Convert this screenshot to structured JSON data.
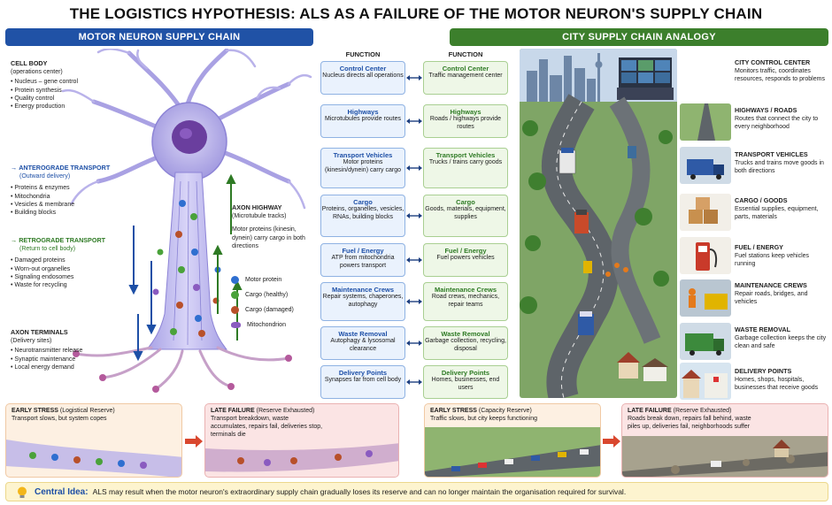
{
  "title": "THE LOGISTICS HYPOTHESIS: ALS AS A FAILURE OF THE MOTOR NEURON'S SUPPLY CHAIN",
  "left_header": "MOTOR NEURON SUPPLY CHAIN",
  "right_header": "CITY SUPPLY CHAIN ANALOGY",
  "function_label": "FUNCTION",
  "neuron": {
    "cell_body": {
      "title": "CELL BODY",
      "subtitle": "(operations center)",
      "items": [
        "Nucleus – gene control",
        "Protein synthesis",
        "Quality control",
        "Energy production"
      ]
    },
    "anterograde": {
      "title": "ANTEROGRADE TRANSPORT",
      "subtitle": "(Outward delivery)",
      "items": [
        "Proteins & enzymes",
        "Mitochondria",
        "Vesicles & membrane",
        "Building blocks"
      ]
    },
    "retrograde": {
      "title": "RETROGRADE TRANSPORT",
      "subtitle": "(Return to cell body)",
      "items": [
        "Damaged proteins",
        "Worn-out organelles",
        "Signaling endosomes",
        "Waste for recycling"
      ]
    },
    "terminals": {
      "title": "AXON TERMINALS",
      "subtitle": "(Delivery sites)",
      "items": [
        "Neurotransmitter release",
        "Synaptic maintenance",
        "Local energy demand"
      ]
    },
    "highway": {
      "title": "AXON HIGHWAY",
      "subtitle": "(Microtubule tracks)",
      "desc": "Motor proteins (kinesin, dynein) carry cargo in both directions"
    },
    "legend": [
      {
        "label": "Motor protein",
        "color": "#2f6fd0"
      },
      {
        "label": "Cargo (healthy)",
        "color": "#4aa23a"
      },
      {
        "label": "Cargo (damaged)",
        "color": "#b8502a"
      },
      {
        "label": "Mitochondrion",
        "color": "#8a5bc0"
      }
    ]
  },
  "functions": [
    {
      "neuron_title": "Control Center",
      "neuron_desc": "Nucleus directs all operations",
      "city_title": "Control Center",
      "city_desc": "Traffic management center"
    },
    {
      "neuron_title": "Highways",
      "neuron_desc": "Microtubules provide routes",
      "city_title": "Highways",
      "city_desc": "Roads / highways provide routes"
    },
    {
      "neuron_title": "Transport Vehicles",
      "neuron_desc": "Motor proteins (kinesin/dynein) carry cargo",
      "city_title": "Transport Vehicles",
      "city_desc": "Trucks / trains carry goods"
    },
    {
      "neuron_title": "Cargo",
      "neuron_desc": "Proteins, organelles, vesicles, RNAs, building blocks",
      "city_title": "Cargo",
      "city_desc": "Goods, materials, equipment, supplies"
    },
    {
      "neuron_title": "Fuel / Energy",
      "neuron_desc": "ATP from mitochondria powers transport",
      "city_title": "Fuel / Energy",
      "city_desc": "Fuel powers vehicles"
    },
    {
      "neuron_title": "Maintenance Crews",
      "neuron_desc": "Repair systems, chaperones, autophagy",
      "city_title": "Maintenance Crews",
      "city_desc": "Road crews, mechanics, repair teams"
    },
    {
      "neuron_title": "Waste Removal",
      "neuron_desc": "Autophagy & lysosomal clearance",
      "city_title": "Waste Removal",
      "city_desc": "Garbage collection, recycling, disposal"
    },
    {
      "neuron_title": "Delivery Points",
      "neuron_desc": "Synapses far from cell body",
      "city_title": "Delivery Points",
      "city_desc": "Homes, businesses, end users"
    }
  ],
  "city_labels": [
    {
      "title": "CITY CONTROL CENTER",
      "desc": "Monitors traffic, coordinates resources, responds to problems"
    },
    {
      "title": "HIGHWAYS / ROADS",
      "desc": "Routes that connect the city to every neighborhood"
    },
    {
      "title": "TRANSPORT VEHICLES",
      "desc": "Trucks and trains move goods in both directions"
    },
    {
      "title": "CARGO / GOODS",
      "desc": "Essential supplies, equipment, parts, materials"
    },
    {
      "title": "FUEL / ENERGY",
      "desc": "Fuel stations keep vehicles running"
    },
    {
      "title": "MAINTENANCE CREWS",
      "desc": "Repair roads, bridges, and vehicles"
    },
    {
      "title": "WASTE REMOVAL",
      "desc": "Garbage collection keeps the city clean and safe"
    },
    {
      "title": "DELIVERY POINTS",
      "desc": "Homes, shops, hospitals, businesses that receive goods"
    }
  ],
  "stages": [
    {
      "title": "EARLY STRESS",
      "sub": "(Logistical Reserve)",
      "desc": "Transport slows, but system copes"
    },
    {
      "title": "LATE FAILURE",
      "sub": "(Reserve Exhausted)",
      "desc": "Transport breakdown, waste accumulates, repairs fail, deliveries stop, terminals die"
    },
    {
      "title": "EARLY STRESS",
      "sub": "(Capacity Reserve)",
      "desc": "Traffic slows, but city keeps functioning"
    },
    {
      "title": "LATE FAILURE",
      "sub": "(Reserve Exhausted)",
      "desc": "Roads break down, repairs fall behind, waste piles up, deliveries fail, neighborhoods suffer"
    }
  ],
  "central": {
    "title": "Central Idea:",
    "text": "ALS may result when the motor neuron's extraordinary supply chain gradually loses its reserve and can no longer maintain the organisation required for survival."
  }
}
